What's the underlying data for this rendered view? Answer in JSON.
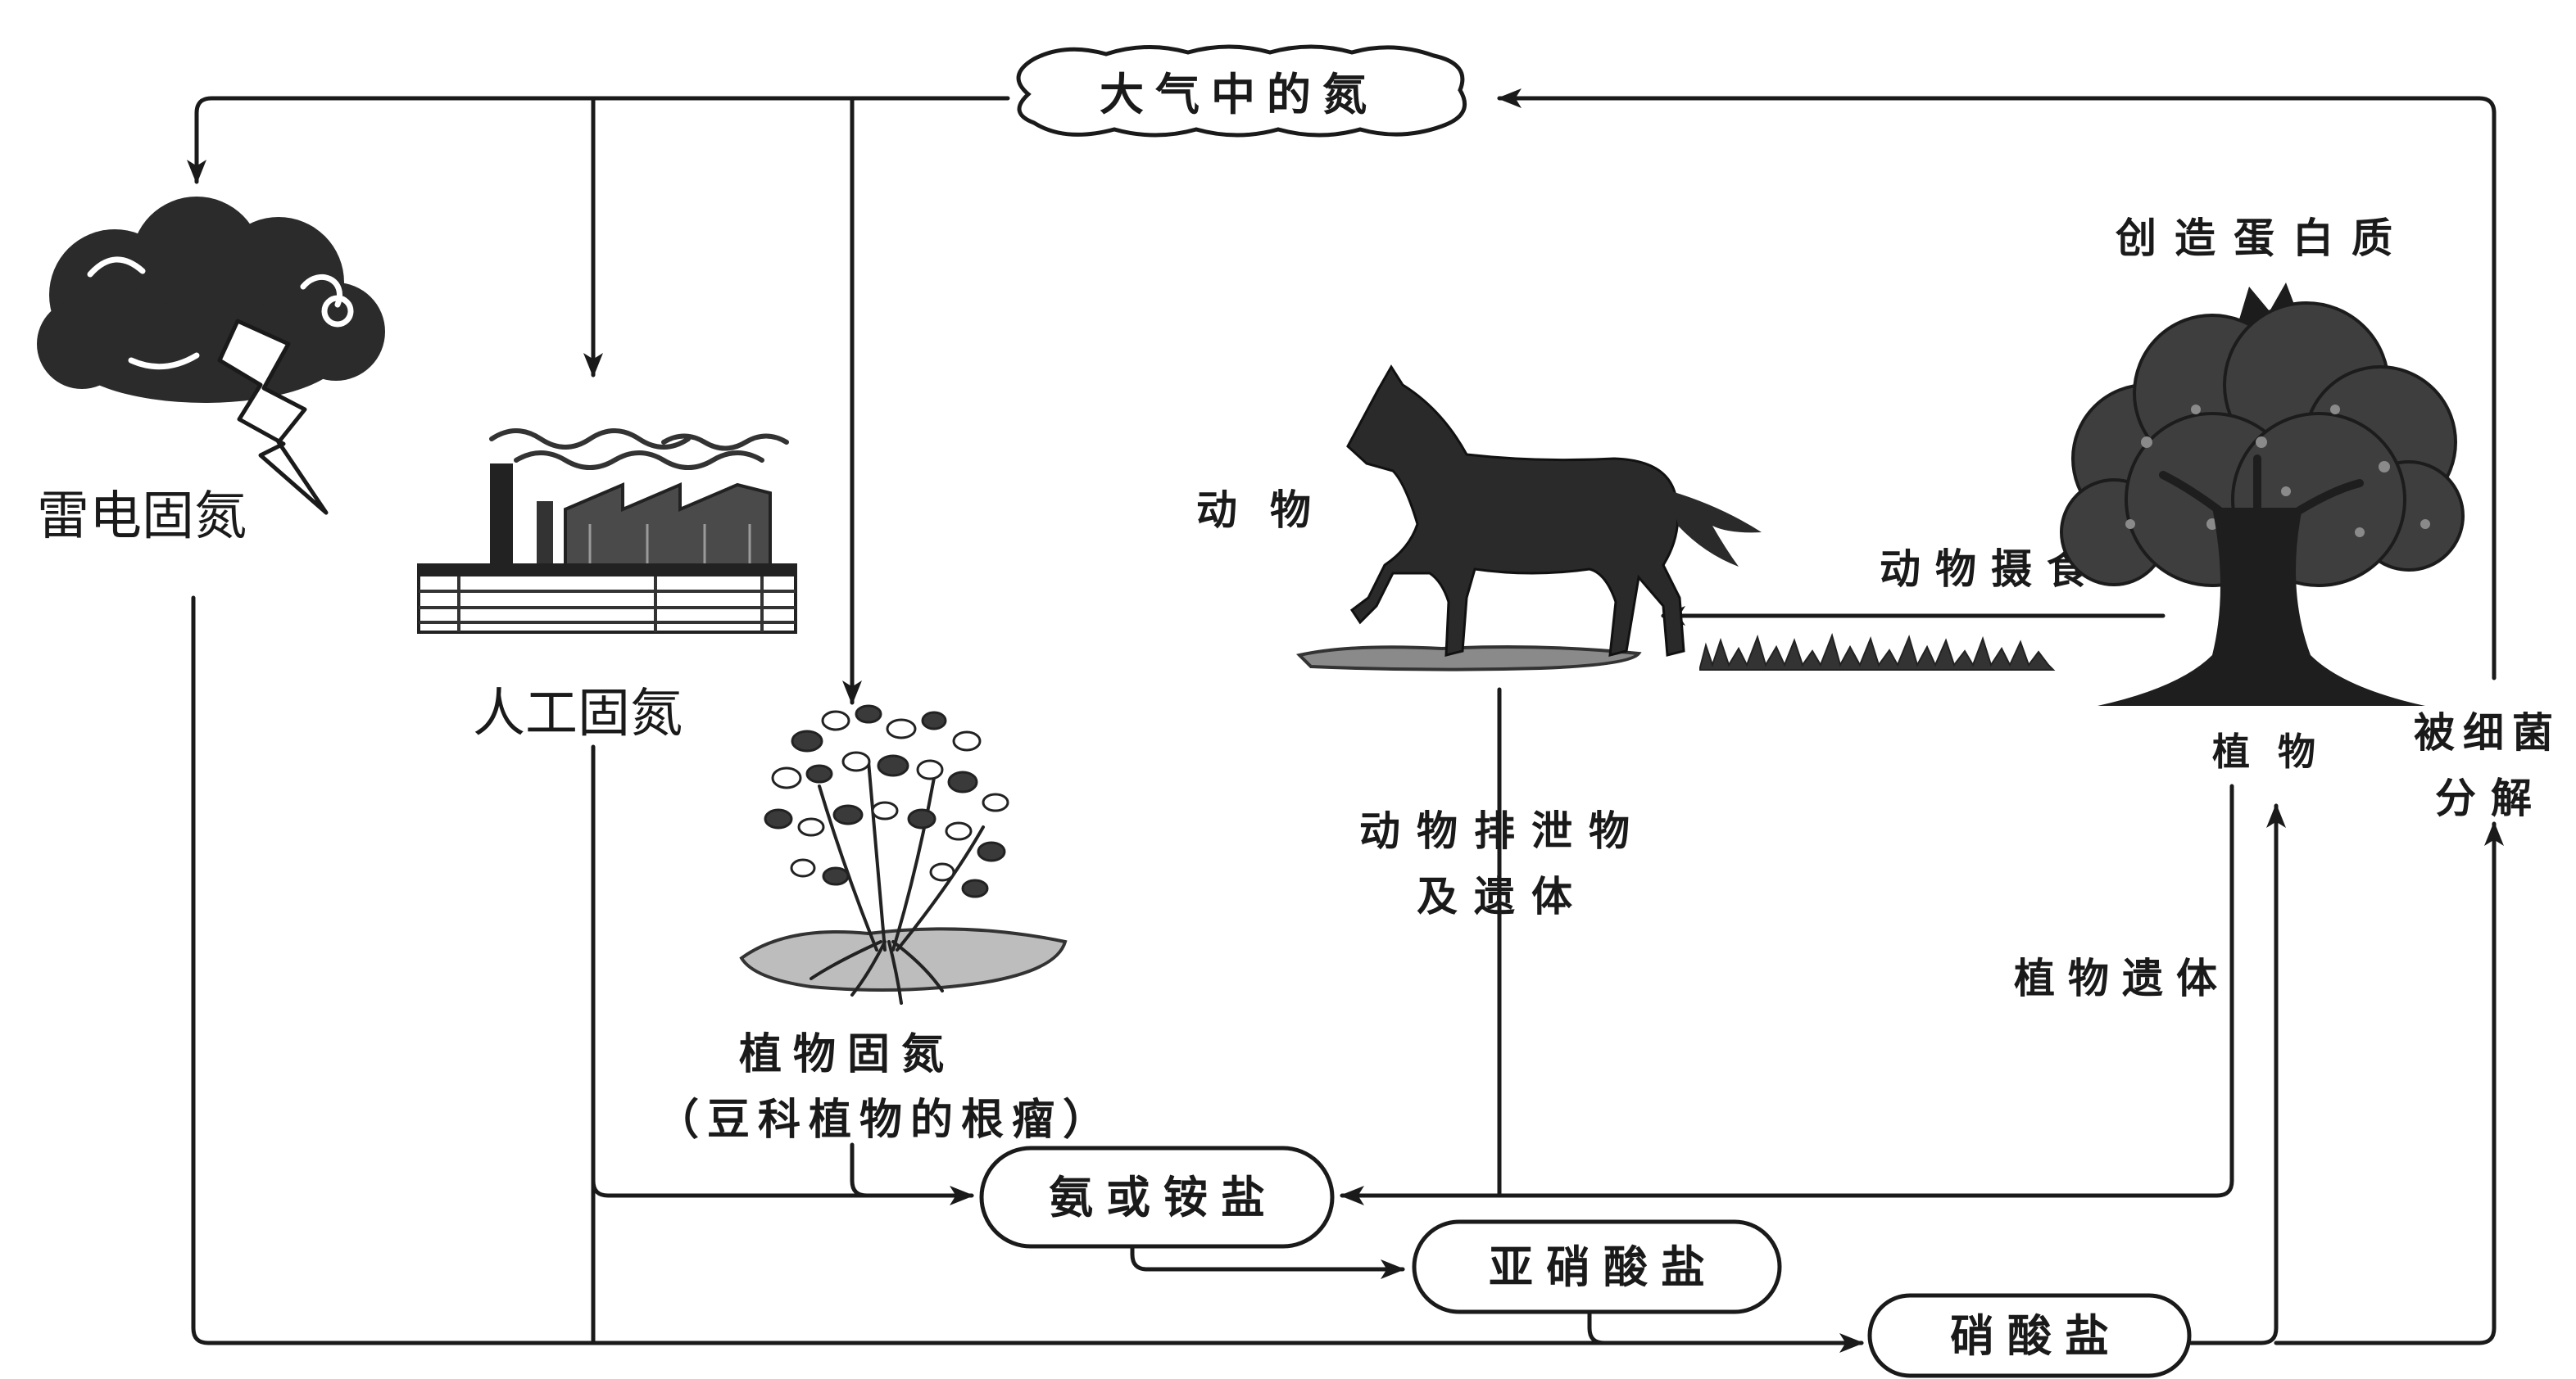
{
  "atmosphere": {
    "label": "大气中的氮"
  },
  "labels": {
    "lightning_fixation": "雷电固氮",
    "industrial_fixation": "人工固氮",
    "plant_fixation": "植物固氮",
    "legume_nodules": "（豆科植物的根瘤）",
    "animal": "动物",
    "animal_feeding": "动物摄食",
    "protein_synthesis": "创造蛋白质",
    "plant": "植物",
    "bacteria_line1": "被细菌",
    "bacteria_line2": "分解",
    "animal_waste_line1": "动物排泄物",
    "animal_waste_line2": "及遗体",
    "plant_remains": "植物遗体"
  },
  "boxes": {
    "ammonium": "氨或铵盐",
    "nitrite": "亚硝酸盐",
    "nitrate": "硝酸盐"
  },
  "illustrations": {
    "storm": "lightning-cloud-icon",
    "factory": "factory-icon",
    "legume": "legume-plant-icon",
    "horse": "horse-icon",
    "grass": "grass-icon",
    "tree": "tree-icon"
  },
  "colors": {
    "ink": "#1a1a1a",
    "background": "#ffffff"
  }
}
